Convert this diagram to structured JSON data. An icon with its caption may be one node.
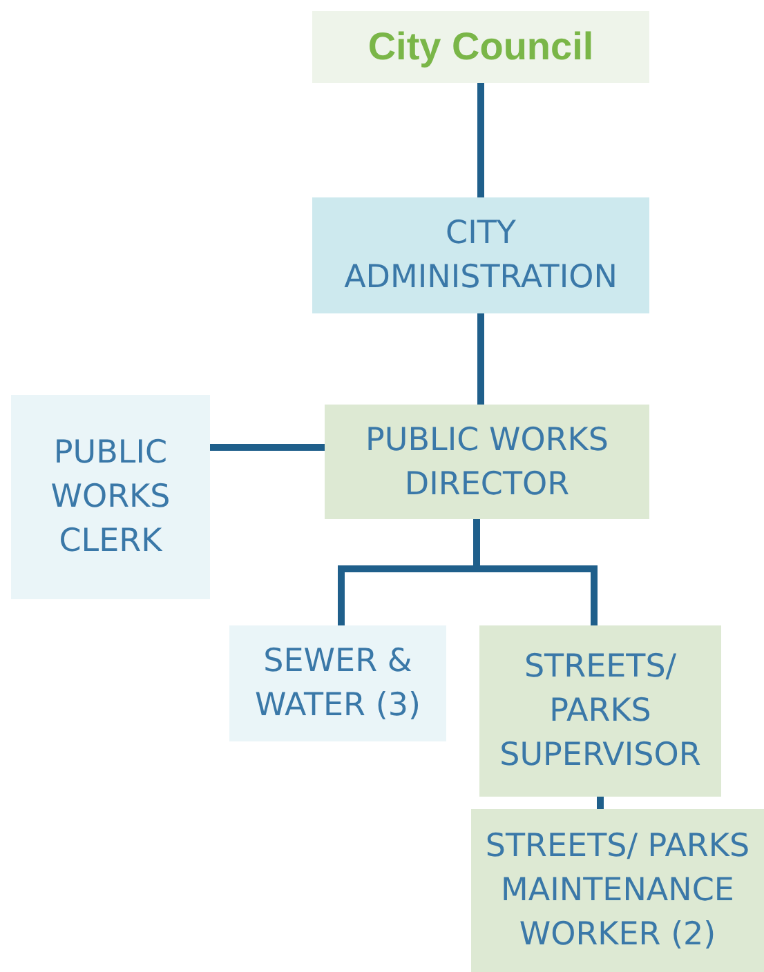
{
  "diagram": {
    "nodes": [
      {
        "text": [
          "City Council"
        ]
      },
      {
        "text": [
          "CITY ADMINISTRATION"
        ]
      },
      {
        "text": [
          "PUBLIC WORKS DIRECTOR"
        ]
      },
      {
        "text": [
          "PUBLIC WORKS CLERK"
        ]
      },
      {
        "text": [
          "SEWER & WATER (3)"
        ]
      },
      {
        "text": [
          "STREETS/ PARKS SUPERVISOR"
        ]
      },
      {
        "text": [
          "STREETS/ PARKS MAINTENANCE WORKER (2)"
        ]
      }
    ],
    "edges": [
      {
        "from": 0,
        "to": 1,
        "arrow": "none"
      },
      {
        "from": 1,
        "to": 2,
        "arrow": "none"
      },
      {
        "from": 2,
        "to": 3,
        "arrow": "none"
      },
      {
        "from": 2,
        "to": 4,
        "arrow": "none"
      },
      {
        "from": 2,
        "to": 5,
        "arrow": "none"
      },
      {
        "from": 5,
        "to": 6,
        "arrow": "none"
      }
    ]
  }
}
